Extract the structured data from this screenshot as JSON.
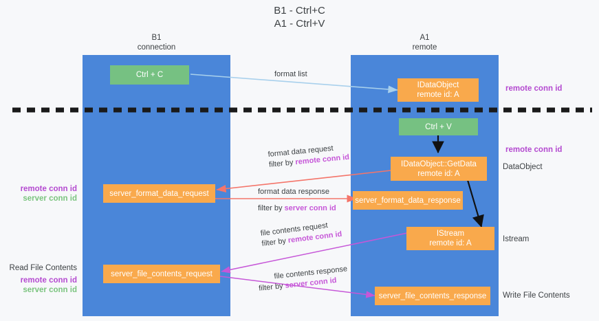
{
  "title": "B1 - Ctrl+C\nA1 - Ctrl+V",
  "colors": {
    "lane": "#4a86d9",
    "node_orange": "#f9a94c",
    "node_green": "#76c182",
    "remote_conn_id": "#b44ad0",
    "server_conn_id": "#7bc47f",
    "label_highlight": "#c657d8",
    "arrow_format_list": "#a8d0ec",
    "arrow_black": "#111111",
    "arrow_red": "#f4756a",
    "arrow_magenta": "#c657d8",
    "divider": "#1a1a1a",
    "background": "#f7f8fa"
  },
  "lanes": [
    {
      "id": "b1",
      "caption": "B1\nconnection"
    },
    {
      "id": "a1",
      "caption": "A1\nremote"
    }
  ],
  "nodes": [
    {
      "id": "ctrl-c",
      "label": "Ctrl + C",
      "sub": "",
      "color": "green"
    },
    {
      "id": "idataobject",
      "label": "IDataObject",
      "sub": "remote id: A",
      "color": "orange"
    },
    {
      "id": "ctrl-v",
      "label": "Ctrl + V",
      "sub": "",
      "color": "green"
    },
    {
      "id": "idataobject-getdata",
      "label": "IDataObject::GetData",
      "sub": "remote id: A",
      "color": "orange"
    },
    {
      "id": "server-format-data-request",
      "label": "server_format_data_request",
      "sub": "",
      "color": "orange"
    },
    {
      "id": "server-format-data-response",
      "label": "server_format_data_response",
      "sub": "",
      "color": "orange"
    },
    {
      "id": "istream",
      "label": "IStream",
      "sub": "remote id: A",
      "color": "orange"
    },
    {
      "id": "server-file-contents-request",
      "label": "server_file_contents_request",
      "sub": "",
      "color": "orange"
    },
    {
      "id": "server-file-contents-response",
      "label": "server_file_contents_response",
      "sub": "",
      "color": "orange"
    }
  ],
  "edge_labels": [
    {
      "id": "format-list",
      "line1": "format list",
      "filter_prefix": "",
      "filter_value": ""
    },
    {
      "id": "format-data-request",
      "line1": "format data request",
      "filter_prefix": "filter by",
      "filter_value": "remote conn id"
    },
    {
      "id": "format-data-response",
      "line1": "format data response",
      "filter_prefix": "filter by",
      "filter_value": "server conn id"
    },
    {
      "id": "file-contents-request",
      "line1": "file contents request",
      "filter_prefix": "filter by",
      "filter_value": "remote conn id"
    },
    {
      "id": "file-contents-response",
      "line1": "file contents response",
      "filter_prefix": "filter by",
      "filter_value": "server conn id"
    }
  ],
  "right_notes": [
    {
      "id": "right-remote-conn-id-top",
      "text": "remote conn id",
      "style": "purple"
    },
    {
      "id": "right-remote-conn-id-middle",
      "text": "remote conn id",
      "style": "purple"
    },
    {
      "id": "right-dataobject",
      "text": "DataObject",
      "style": "plain"
    },
    {
      "id": "right-istream",
      "text": "Istream",
      "style": "plain"
    },
    {
      "id": "right-write-file-contents",
      "text": "Write File Contents",
      "style": "plain"
    }
  ],
  "left_notes": [
    {
      "id": "left-remote-conn-id-1",
      "text": "remote conn id",
      "style": "purple"
    },
    {
      "id": "left-server-conn-id-1",
      "text": "server conn id",
      "style": "green"
    },
    {
      "id": "left-read-file-contents",
      "text": "Read File Contents",
      "style": "plain"
    },
    {
      "id": "left-remote-conn-id-2",
      "text": "remote conn id",
      "style": "purple"
    },
    {
      "id": "left-server-conn-id-2",
      "text": "server conn id",
      "style": "green"
    }
  ]
}
